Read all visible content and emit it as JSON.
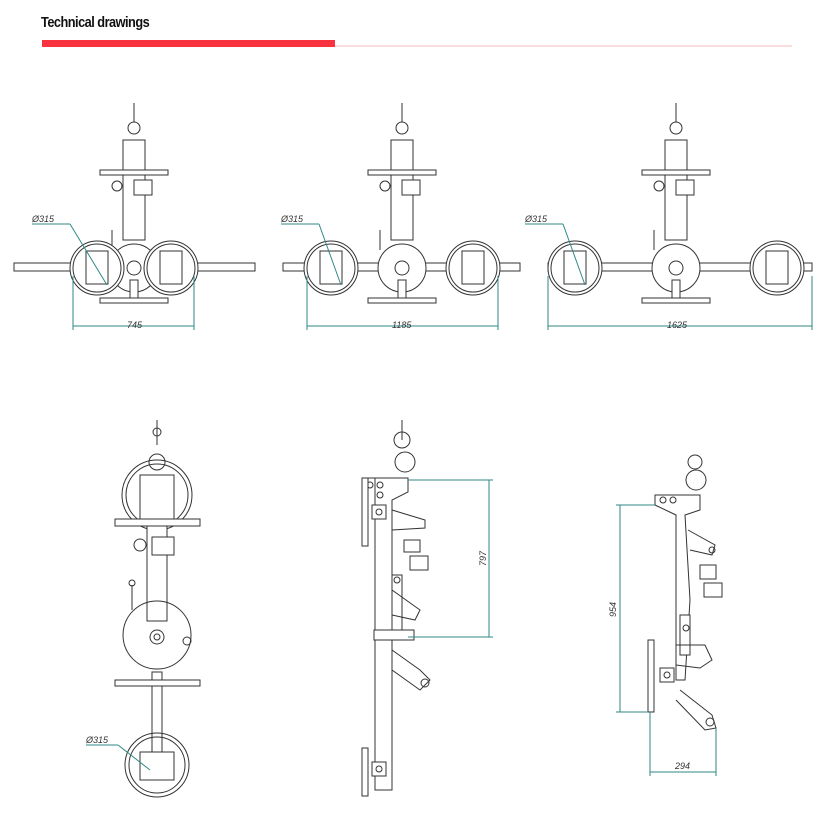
{
  "header": {
    "title": "Technical drawings"
  },
  "colors": {
    "accent": "#f8323f",
    "accent_light": "#fbdde0",
    "dimension": "#2f8a86"
  },
  "drawings": {
    "front_views": [
      {
        "diameter_label": "Ø315",
        "width_label": "745"
      },
      {
        "diameter_label": "Ø315",
        "width_label": "1185"
      },
      {
        "diameter_label": "Ø315",
        "width_label": "1625"
      }
    ],
    "top_view": {
      "diameter_label": "Ø315"
    },
    "side_view_1": {
      "height_label": "797"
    },
    "side_view_2": {
      "height_label": "954",
      "depth_label": "294"
    }
  }
}
